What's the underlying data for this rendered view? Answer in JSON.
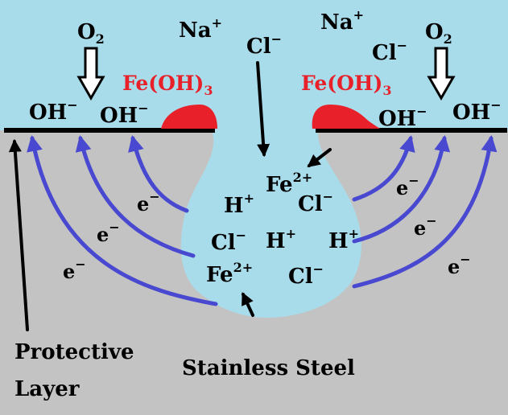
{
  "colors": {
    "solution": "#a8dcea",
    "steel": "#c3c3c3",
    "electron_arrow": "#4848d0",
    "hydroxide_deposit": "#e8202a",
    "protective_layer": "#000000"
  },
  "labels": {
    "protective_layer_line1": "Protective",
    "protective_layer_line2": "Layer",
    "stainless_steel": "Stainless Steel"
  },
  "species": {
    "o2": "O",
    "o2_sub": "2",
    "na": "Na",
    "na_sup": "+",
    "cl": "Cl",
    "cl_sup": "−",
    "oh": "OH",
    "oh_sup": "−",
    "feoh3": "Fe(OH)",
    "feoh3_sub": "3",
    "fe": "Fe",
    "fe_sup": "2+",
    "h": "H",
    "h_sup": "+",
    "e": "e",
    "e_sup": "−"
  }
}
